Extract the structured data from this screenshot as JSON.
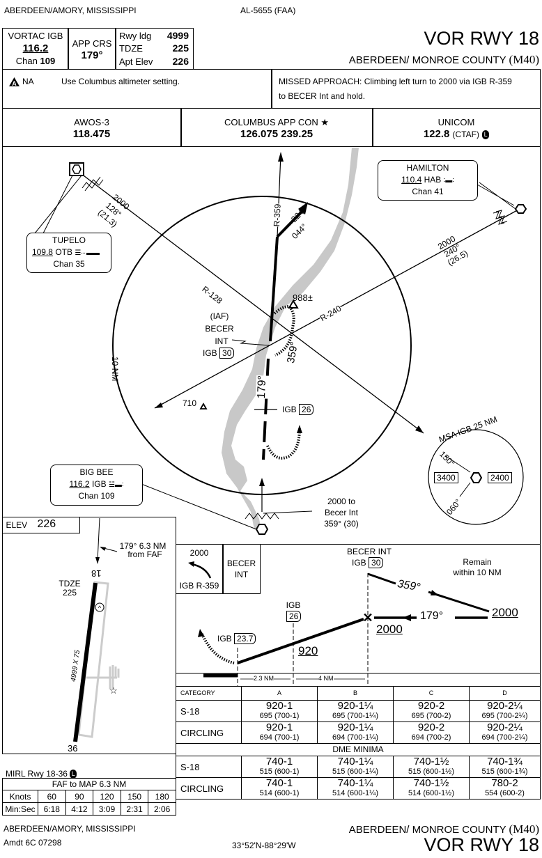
{
  "header": {
    "city_state": "ABERDEEN/AMORY, MISSISSIPPI",
    "chart_id": "AL-5655 (FAA)",
    "procedure": "VOR RWY 18",
    "airport": "ABERDEEN/ MONROE COUNTY",
    "airport_id": "(M40)"
  },
  "briefing": {
    "nav_label": "VORTAC IGB",
    "nav_freq": "116.2",
    "chan_label": "Chan",
    "chan": "109",
    "app_crs_label": "APP CRS",
    "app_crs": "179°",
    "rwy_ldg_label": "Rwy ldg",
    "rwy_ldg": "4999",
    "tdze_label": "TDZE",
    "tdze": "225",
    "apt_elev_label": "Apt Elev",
    "apt_elev": "226",
    "na_label": "NA",
    "note": "Use Columbus altimeter setting.",
    "missed_approach_line1": "MISSED APPROACH: Climbing left turn to 2000 via IGB R-359",
    "missed_approach_line2": "to BECER Int and hold."
  },
  "comms": [
    {
      "name": "AWOS-3",
      "freq": "118.475"
    },
    {
      "name": "COLUMBUS APP CON ★",
      "freq": "126.075  239.25"
    },
    {
      "name": "UNICOM",
      "freq": "122.8",
      "extra": "(CTAF)"
    }
  ],
  "plan": {
    "tupelo": {
      "name": "TUPELO",
      "freq": "109.8",
      "ident": "OTB",
      "chan": "Chan 35"
    },
    "tupelo_route": {
      "alt": "2000",
      "crs": "128°",
      "dist": "(21.3)"
    },
    "hamilton": {
      "name": "HAMILTON",
      "freq": "110.4",
      "ident": "HAB",
      "chan": "Chan 41"
    },
    "hamilton_route": {
      "alt": "2000",
      "crs": "240°",
      "dist": "(26.5)"
    },
    "big_bee": {
      "name": "BIG BEE",
      "freq": "116.2",
      "ident": "IGB",
      "chan": "Chan 109"
    },
    "r359": "R-359",
    "r128": "R-128",
    "r240": "R-240",
    "hold_out": "224°",
    "hold_in": "044°",
    "obstacle_988": "988±",
    "obstacle_710": "710",
    "becer": [
      "(IAF)",
      "BECER",
      "INT"
    ],
    "becer_dme_label": "IGB",
    "becer_dme": "30",
    "final_crs": "179°",
    "turn_crs": "359°",
    "stepdown_label": "IGB",
    "stepdown_dme": "26",
    "ring": "10 NM",
    "transition": [
      "2000 to",
      "Becer Int",
      "359° (30)"
    ],
    "msa": {
      "title": "MSA IGB 25 NM",
      "bearing1": "150°",
      "bearing2": "060°",
      "alt_west": "3400",
      "alt_east": "2400"
    }
  },
  "airport_sketch": {
    "elev_label": "ELEV",
    "elev": "226",
    "from_faf": [
      "179° 6.3 NM",
      "from FAF"
    ],
    "rwy_18": "18",
    "rwy_36": "36",
    "tdze": [
      "TDZE",
      "225"
    ],
    "dims": "4999 X 75",
    "lighting": "MIRL Rwy 18-36"
  },
  "profile": {
    "ma_alt": "2000",
    "ma_radial": "IGB R-359",
    "ma_fix": [
      "BECER",
      "INT"
    ],
    "becer_label": "BECER INT",
    "becer_dme_label": "IGB",
    "becer_dme": "30",
    "remain": [
      "Remain",
      "within 10 NM"
    ],
    "outbound": "359°",
    "inbound": "179°",
    "hold_alt": "2000",
    "faf_alt": "2000",
    "sd_label": "IGB",
    "sd_dme": "26",
    "map_label": "IGB",
    "map_dme": "23.7",
    "mda": "920",
    "dist1": "2.3 NM",
    "dist2": "4 NM"
  },
  "minimums": {
    "headers": [
      "CATEGORY",
      "A",
      "B",
      "C",
      "D"
    ],
    "rows": [
      {
        "label": "S-18",
        "cells": [
          [
            "920-1",
            "695 (700-1)"
          ],
          [
            "920-1¼",
            "695 (700-1¼)"
          ],
          [
            "920-2",
            "695 (700-2)"
          ],
          [
            "920-2¼",
            "695 (700-2¼)"
          ]
        ]
      },
      {
        "label": "CIRCLING",
        "cells": [
          [
            "920-1",
            "694 (700-1)"
          ],
          [
            "920-1¼",
            "694 (700-1¼)"
          ],
          [
            "920-2",
            "694 (700-2)"
          ],
          [
            "920-2¼",
            "694 (700-2¼)"
          ]
        ]
      }
    ],
    "dme_title": "DME MINIMA",
    "dme_rows": [
      {
        "label": "S-18",
        "cells": [
          [
            "740-1",
            "515 (600-1)"
          ],
          [
            "740-1¼",
            "515 (600-1¼)"
          ],
          [
            "740-1½",
            "515 (600-1½)"
          ],
          [
            "740-1¾",
            "515 (600-1¾)"
          ]
        ]
      },
      {
        "label": "CIRCLING",
        "cells": [
          [
            "740-1",
            "514 (600-1)"
          ],
          [
            "740-1¼",
            "514 (600-1¼)"
          ],
          [
            "740-1½",
            "514 (600-1½)"
          ],
          [
            "780-2",
            "554 (600-2)"
          ]
        ]
      }
    ]
  },
  "timing": {
    "title": "FAF to MAP  6.3 NM",
    "knots_label": "Knots",
    "knots": [
      "60",
      "90",
      "120",
      "150",
      "180"
    ],
    "time_label": "Min:Sec",
    "times": [
      "6:18",
      "4:12",
      "3:09",
      "2:31",
      "2:06"
    ]
  },
  "footer": {
    "city_state": "ABERDEEN/AMORY, MISSISSIPPI",
    "amdt": "Amdt 6C  07298",
    "coords": "33°52'N-88°29'W",
    "airport": "ABERDEEN/ MONROE COUNTY",
    "airport_id": "(M40)",
    "procedure": "VOR RWY 18"
  }
}
